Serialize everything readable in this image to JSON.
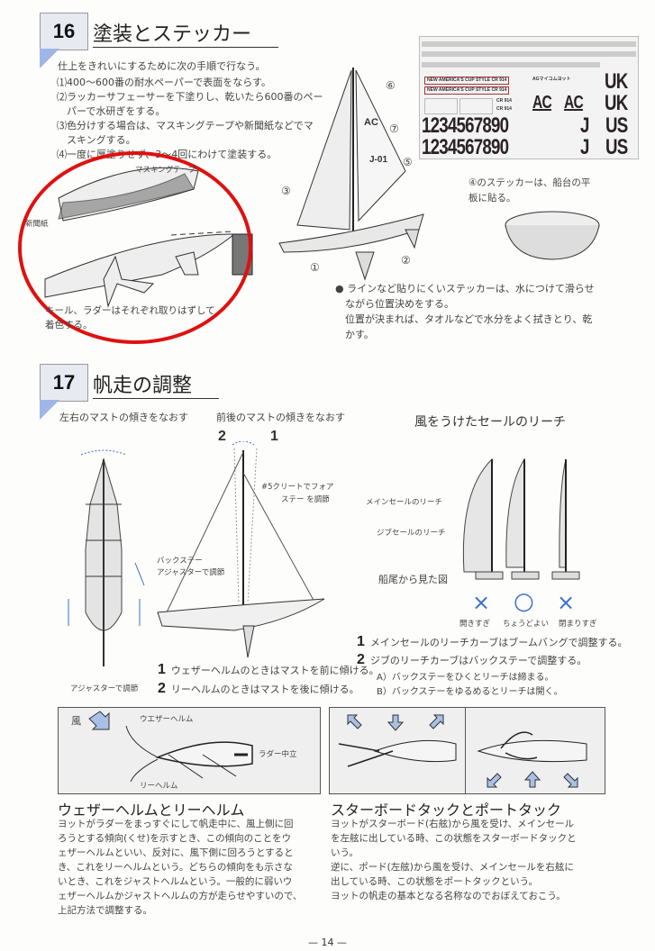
{
  "section16": {
    "number": "16",
    "title": "塗装とステッカー",
    "intro": "仕上をきれいにするために次の手順で行なう。",
    "steps": [
      "⑴400～600番の耐水ペーパーで表面をならす。",
      "⑵ラッカーサフェーサーを下塗りし、乾いたら600番のペー",
      "　パーで水研ぎをする。",
      "⑶色分けする場合は、マスキングテープや新聞紙などでマ",
      "　スキングする。",
      "⑷一度に厚塗りせず、3～4回にわけて塗装する。"
    ],
    "label_masking_tape": "マスキングテープ",
    "label_newspaper": "新聞紙",
    "keel_note": [
      "キール、ラダーはそれぞれ取りはずして",
      "着色する。"
    ],
    "sticker_sheet": {
      "callouts": [
        "①",
        "②",
        "③",
        "④",
        "⑤",
        "⑥",
        "⑦"
      ],
      "stripe_text": "NEW AMERICA'S CUP STYLE  CR 914",
      "cr_small": "CR 914",
      "brand": "AGマイコムヨット",
      "ac": "AC",
      "uk": "UK",
      "numbers": "1234567890",
      "j": "J",
      "us": "US",
      "sail_ac": "AC",
      "sail_j01": "J-01"
    },
    "sticker_note": [
      "④のステッカーは、船台の平",
      "板に貼る。"
    ],
    "bullet_note": [
      "● ラインなど貼りにくいステッカーは、水につけて滑らせ",
      "　ながら位置決めをする。",
      "　位置が決まれば、タオルなどで水分をよく拭きとり、乾",
      "　かす。"
    ]
  },
  "section17": {
    "number": "17",
    "title": "帆走の調整",
    "left_heading": "左右のマストの傾きをなおす",
    "mid_heading": "前後のマストの傾きをなおす",
    "mid_num2": "2",
    "mid_num1": "1",
    "cleat_note": [
      "#5クリートでフォア",
      "ステー を調節"
    ],
    "backstay_note": [
      "バックステー",
      "アジャスターで調節"
    ],
    "adjuster_label": "アジャスターで調節",
    "mast_steps": [
      {
        "num": "1",
        "text": "ウェザーヘルムのときはマストを前に傾ける。"
      },
      {
        "num": "2",
        "text": "リーヘルムのときはマストを後に傾ける。"
      }
    ],
    "leech_heading": "風をうけたセールのリーチ",
    "main_leech": "メインセールのリーチ",
    "jib_leech": "ジブセールのリーチ",
    "stern_view": "船尾から見た図",
    "marks": [
      "×",
      "○",
      "×"
    ],
    "mark_labels": [
      "開きすぎ",
      "ちょうどよい",
      "閉まりすぎ"
    ],
    "leech_steps": [
      {
        "num": "1",
        "text": "メインセールのリーチカーブはブームバングで調整する。"
      },
      {
        "num": "2",
        "text": "ジブのリーチカーブはバックステーで調整する。"
      }
    ],
    "leech_sub": [
      "A）バックステーをひくとリーチは締まる。",
      "B）バックステーをゆるめるとリーチは開く。"
    ],
    "helm_box": {
      "wind": "風",
      "weather": "ウエザーヘルム",
      "lee": "リーヘルム",
      "rudder": "ラダー中立"
    },
    "helm_heading": "ウェザーヘルムとリーヘルム",
    "helm_text": [
      "ヨットがラダーをまっすぐにして帆走中に、風上側に回",
      "ろうとする傾向(くせ)を示すとき、この傾向のことをウ",
      "ェザーヘルムといい、反対に、風下側に回ろうとすると",
      "き、これをリーヘルムという。どちらの傾向をも示さな",
      "いとき、これをジャストヘルムという。一般的に弱いウ",
      "ェザーヘルムかジャストヘルムの方が走らせやすいので、",
      "上記方法で調整する。"
    ],
    "tack_heading": "スターボードタックとポートタック",
    "tack_text": [
      "ヨットがスターボード(右舷)から風を受け、メインセール",
      "を左舷に出している時、この状態をスターボードタックと",
      "いう。",
      "逆に、ポード(左舷)から風を受け、メインセールを右舷に",
      "出している時、この状態をポートタックという。",
      "ヨットの帆走の基本となる名称なのでおぼえておこう。"
    ]
  },
  "page_number": "— 14 —",
  "colors": {
    "accent_blue": "#9fb6e6",
    "mark_blue": "#3b6fd1",
    "annotation_red": "#e01010"
  }
}
